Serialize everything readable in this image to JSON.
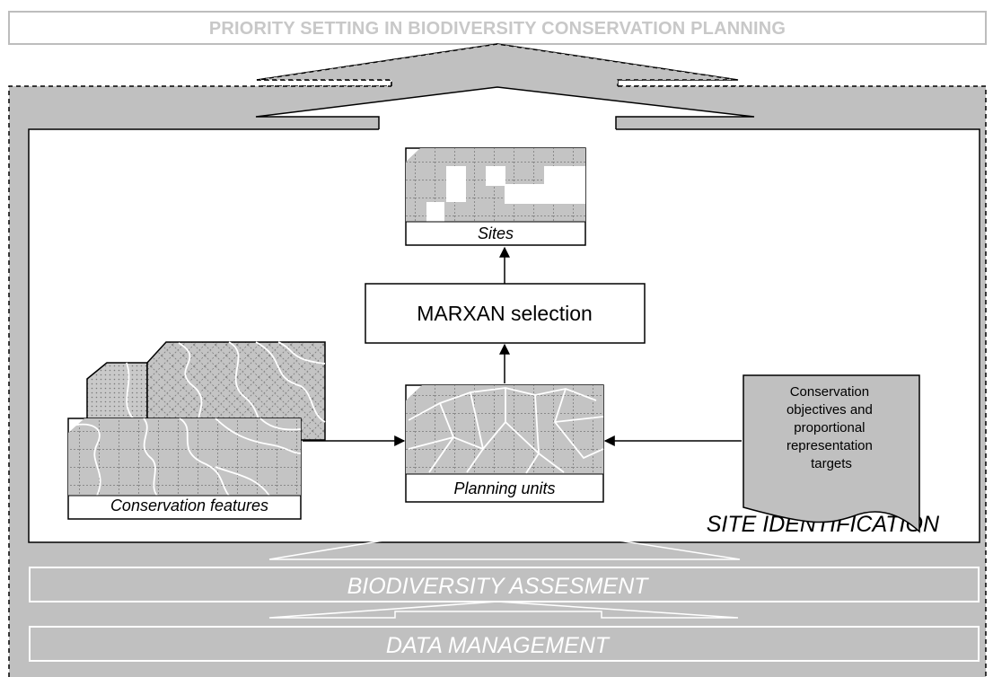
{
  "header": {
    "title": "PRIORITY SETTING IN BIODIVERSITY CONSERVATION PLANNING"
  },
  "site_identification": {
    "title": "SITE IDENTIFICATION",
    "marxan_label": "MARXAN selection",
    "sites_label": "Sites",
    "planning_units_label": "Planning units",
    "conservation_features_label": "Conservation features",
    "objectives_lines": [
      "Conservation",
      "objectives and",
      "proportional",
      "representation",
      "targets"
    ]
  },
  "biodiversity_band": {
    "label": "BIODIVERSITY ASSESMENT"
  },
  "data_band": {
    "label": "DATA MANAGEMENT"
  },
  "colors": {
    "panel_gray": "#c0c0c0",
    "dot_fill": "#bdbdbd",
    "top_text": "#c8c8c8",
    "band_text": "#ffffff",
    "outline": "#000000"
  }
}
